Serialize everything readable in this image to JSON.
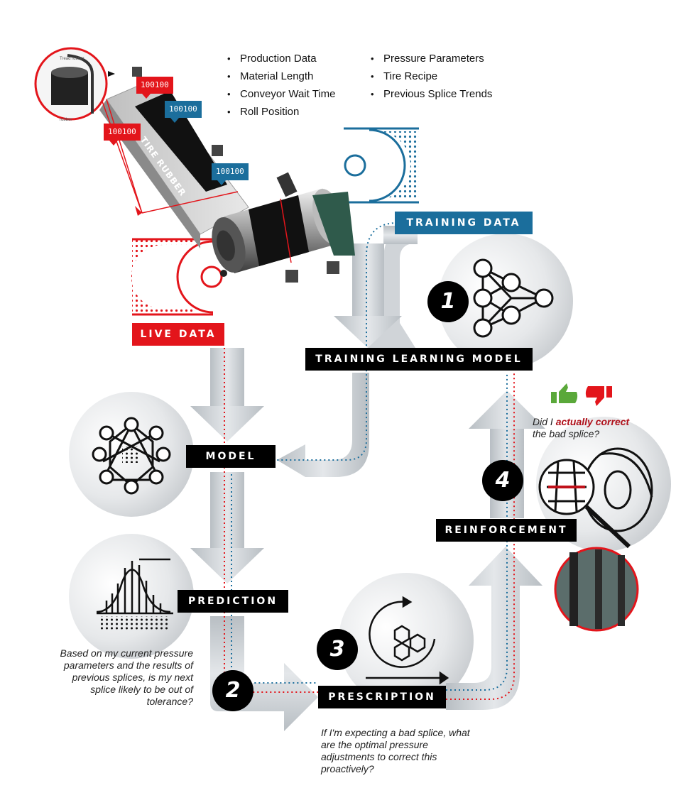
{
  "data_features": {
    "left": [
      "Production Data",
      "Material Length",
      "Conveyor Wait Time",
      "Roll Position"
    ],
    "right": [
      "Pressure Parameters",
      "Tire Recipe",
      "Previous Splice Trends"
    ]
  },
  "machine": {
    "belt_label": "TIRE RUBBER",
    "inset_top_label": "Tread rubber",
    "inset_bottom_label": "rubber",
    "data_tags": [
      "100100",
      "100100",
      "100100",
      "100100"
    ]
  },
  "labels": {
    "training_data": "TRAINING DATA",
    "live_data": "LIVE DATA",
    "training_model": "TRAINING LEARNING MODEL",
    "model": "MODEL",
    "prediction": "PREDICTION",
    "prescription": "PRESCRIPTION",
    "reinforcement": "REINFORCEMENT"
  },
  "steps": [
    "1",
    "2",
    "3",
    "4"
  ],
  "notes": {
    "prediction": "Based on my current pressure parameters and the results of previous splices, is my next splice likely to be out of tolerance?",
    "prescription": "If I'm expecting a bad splice, what are the optimal pressure adjustments to correct this proactively?",
    "reinforcement_pre": "Did I ",
    "reinforcement_em": "actually correct",
    "reinforcement_post": "the bad splice?"
  },
  "icons": {
    "thumbs_up": "thumbs-up-icon",
    "thumbs_down": "thumbs-down-icon",
    "neural_net": "neural-network-icon",
    "star_network": "star-network-icon",
    "bell_curve": "bell-curve-icon",
    "molecules": "molecule-cycle-icon",
    "tire_magnifier": "tire-magnifier-icon"
  },
  "colors": {
    "red": "#e3151b",
    "blue": "#1b6e9c",
    "black": "#000000",
    "arrow_gray": "#c9ced2",
    "thumb_green": "#5aa83a"
  }
}
